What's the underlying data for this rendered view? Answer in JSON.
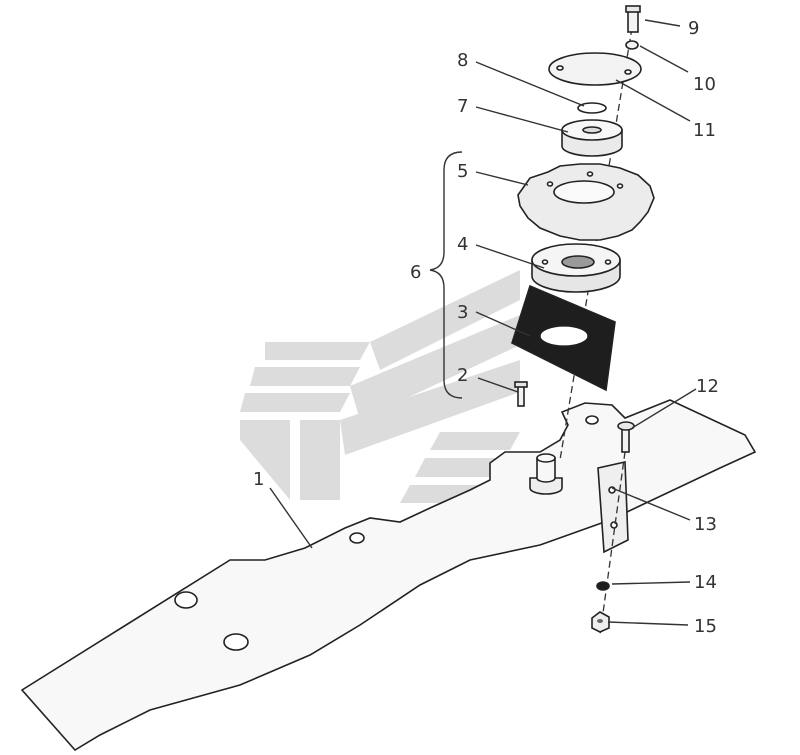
{
  "callouts": [
    {
      "id": "1",
      "text": "1"
    },
    {
      "id": "2",
      "text": "2"
    },
    {
      "id": "3",
      "text": "3"
    },
    {
      "id": "4",
      "text": "4"
    },
    {
      "id": "5",
      "text": "5"
    },
    {
      "id": "6",
      "text": "6"
    },
    {
      "id": "7",
      "text": "7"
    },
    {
      "id": "8",
      "text": "8"
    },
    {
      "id": "9",
      "text": "9"
    },
    {
      "id": "10",
      "text": "10"
    },
    {
      "id": "11",
      "text": "11"
    },
    {
      "id": "12",
      "text": "12"
    },
    {
      "id": "13",
      "text": "13"
    },
    {
      "id": "14",
      "text": "14"
    },
    {
      "id": "15",
      "text": "15"
    }
  ],
  "colors": {
    "line": "#333333",
    "part_fill": "#f3f3f3",
    "gasket": "#1a1a1a",
    "watermark": "#d4d4d4"
  },
  "icons": [
    "watermark-logo"
  ]
}
